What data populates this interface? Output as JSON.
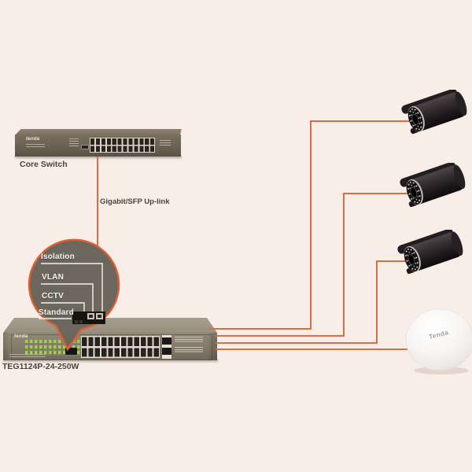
{
  "colors": {
    "background": "#f9ede8",
    "cable_orange": "#dc6c42",
    "bubble_fill": "#6b675c",
    "bubble_border": "#dc5f33",
    "led_green": "#9ed24f"
  },
  "core_switch": {
    "brand": "tenda",
    "label": "Core Switch",
    "ports": 24
  },
  "uplink_label": "Gigabit/SFP Up-link",
  "poe_switch": {
    "brand": "tenda",
    "model": "TEG1124P-24-250W",
    "ports": 24,
    "led_rows": 3
  },
  "bubble": {
    "options": [
      {
        "label": "Isolation"
      },
      {
        "label": "VLAN"
      },
      {
        "label": "CCTV"
      },
      {
        "label": "Standard"
      }
    ]
  },
  "cameras": {
    "count": 3,
    "type": "bullet-ip-camera"
  },
  "access_point": {
    "brand": "Tenda",
    "type": "ceiling-ap"
  }
}
